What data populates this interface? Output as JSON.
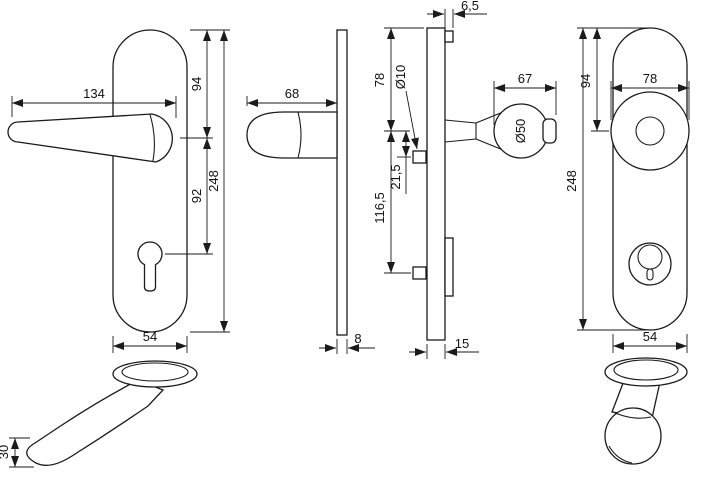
{
  "drawing": {
    "description": "Technical dimension drawing of a security door handle set: lever handle plate (inside), knob plate (outside), side profiles and grip detail views",
    "units": "mm",
    "views": {
      "lever_front": {
        "name": "lever-handle-front-view",
        "dims": {
          "handle_length": "134",
          "top_to_handle_axis": "94",
          "handle_to_cylinder": "92",
          "plate_height": "248",
          "plate_width": "54"
        }
      },
      "lever_side": {
        "name": "lever-handle-side-view",
        "dims": {
          "projection": "68",
          "plate_thickness": "8"
        }
      },
      "knob_side": {
        "name": "knob-plate-side-view",
        "dims": {
          "top_protrusion": "6,5",
          "screw_diameter": "Ø10",
          "top_to_knob_axis": "78",
          "knob_axis_to_screw": "21,5",
          "screw_spacing": "116,5",
          "plate_thickness": "15",
          "knob_projection": "67",
          "knob_diameter": "Ø50"
        }
      },
      "knob_front": {
        "name": "knob-plate-front-view",
        "dims": {
          "top_to_knob_axis": "94",
          "knob_width": "78",
          "plate_height": "248",
          "plate_width": "54"
        }
      },
      "lever_profile": {
        "name": "lever-grip-profile-view",
        "dims": {
          "grip_height": "30"
        }
      },
      "knob_profile": {
        "name": "knob-profile-view",
        "dims": {}
      }
    }
  }
}
